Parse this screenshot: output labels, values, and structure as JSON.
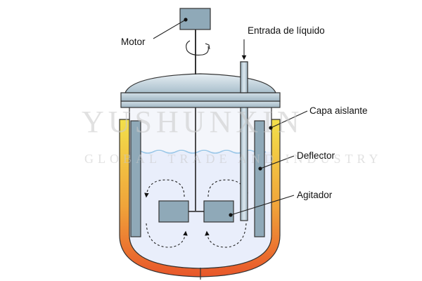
{
  "labels": {
    "motor": "Motor",
    "inlet": "Entrada de líquido",
    "jacket": "Capa aislante",
    "baffle": "Deflector",
    "impeller": "Agitador"
  },
  "watermark": {
    "line1": "YUSHUNXIN",
    "line2": "GLOBAL TRADE AND INDUSTRY"
  },
  "colors": {
    "jacket_top": "#f3e04a",
    "jacket_bottom": "#e8562a",
    "steel": "#b8cbd6",
    "baffle": "#8fa9b8",
    "liquid": "#e9eefb"
  }
}
